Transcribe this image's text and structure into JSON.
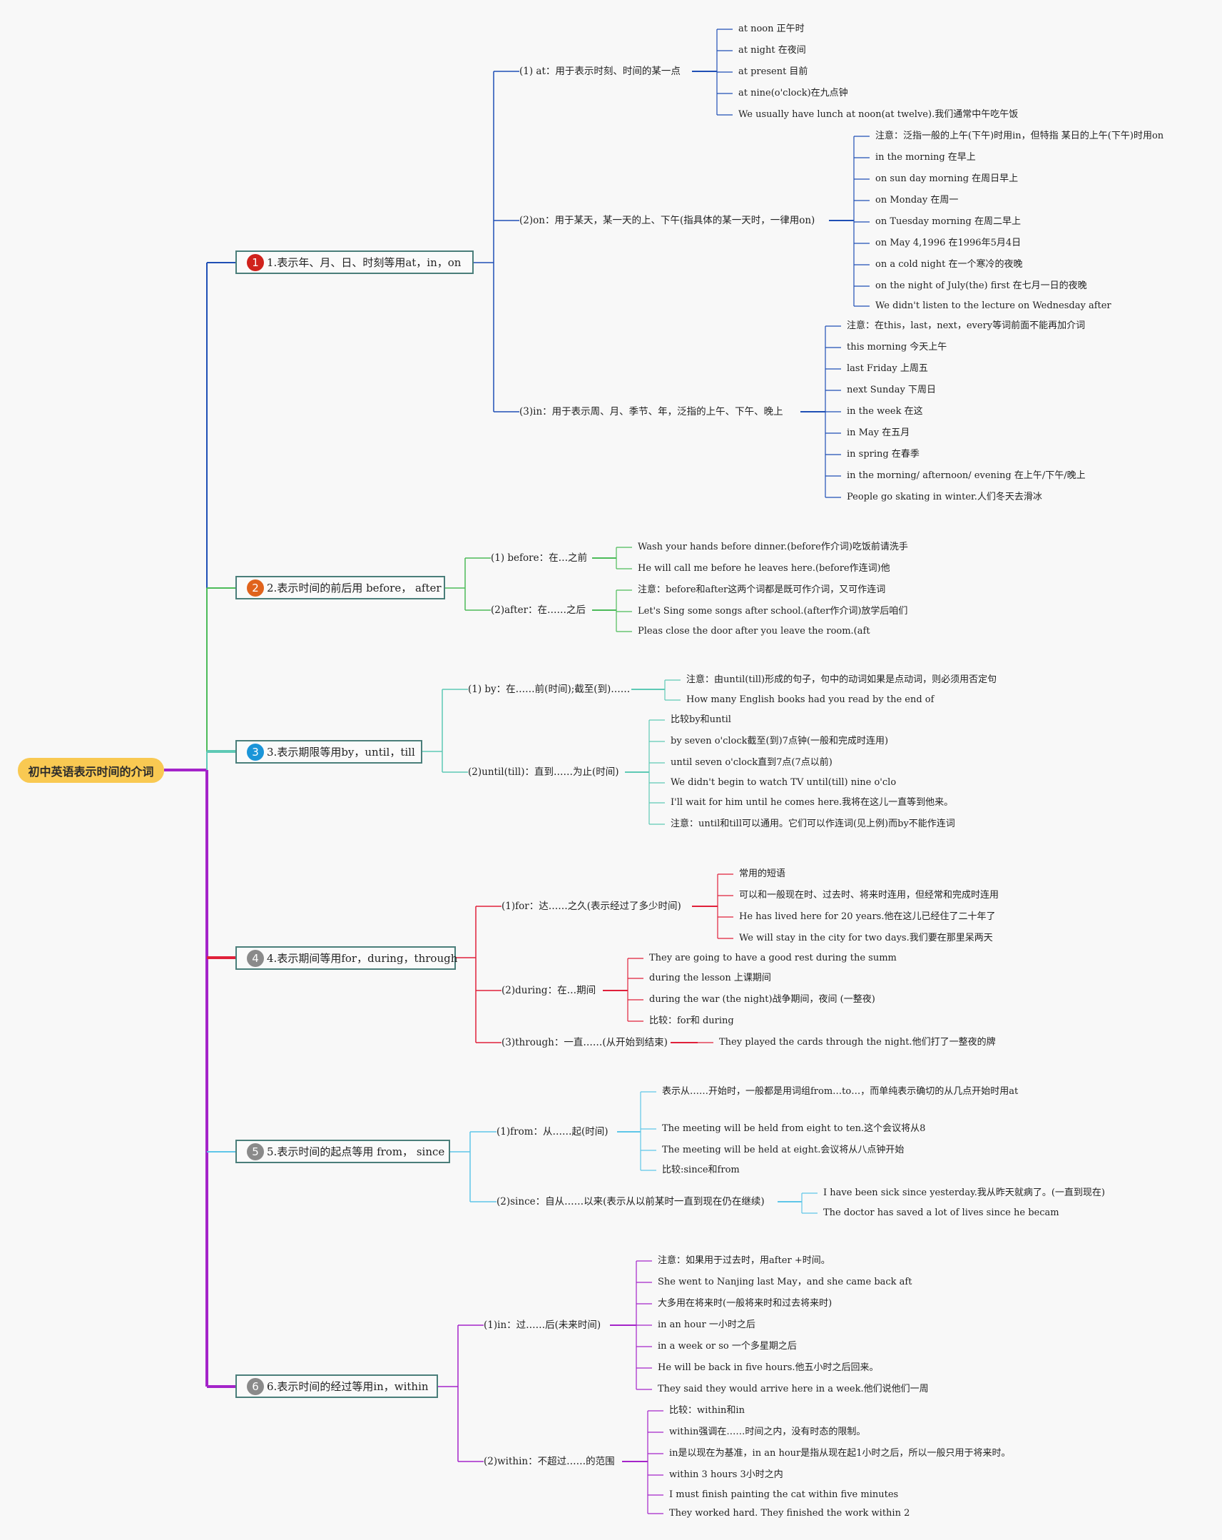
{
  "root": {
    "label": "初中英语表示时间的介词"
  },
  "colors": {
    "t1": "#1f4fb5",
    "t2": "#4cbb59",
    "t3": "#5ec9b5",
    "t4": "#e0203a",
    "t5": "#5ec6e8",
    "t6": "#a424c9",
    "trunk": "#a424c9",
    "b1": "#d0221c",
    "b2": "#e0631c",
    "b3": "#1b95d8",
    "b4": "#8a8a8a",
    "b5": "#8a8a8a",
    "b6": "#8a8a8a"
  },
  "topics": [
    {
      "num": "1",
      "label": "1.表示年、月、日、时刻等用at，in，on",
      "subs": [
        {
          "label": "(1) at：用于表示时刻、时间的某一点",
          "leaves": [
            "at noon 正午时",
            "at night 在夜间",
            "at present 目前",
            "at nine(o'clock)在九点钟",
            "We usually have lunch at noon(at twelve).我们通常中午吃午饭"
          ]
        },
        {
          "label": "(2)on：用于某天，某一天的上、下午(指具体的某一天时，一律用on)",
          "leaves": [
            "注意：泛指一般的上午(下午)时用in，但特指 某日的上午(下午)时用on",
            "in the morning 在早上",
            "on sun day morning 在周日早上",
            "on Monday 在周一",
            "on Tuesday morning 在周二早上",
            "on May 4,1996 在1996年5月4日",
            "on a cold night 在一个寒冷的夜晚",
            "on the night of July(the) first 在七月一日的夜晚",
            "We didn't listen to the lecture on Wednesday after"
          ]
        },
        {
          "label": "(3)in：用于表示周、月、季节、年，泛指的上午、下午、晚上",
          "leaves": [
            "注意：在this，last，next，every等词前面不能再加介词",
            "this morning 今天上午",
            "last Friday 上周五",
            "next Sunday 下周日",
            "in the week 在这",
            "in May 在五月",
            "in spring 在春季",
            "in the morning/ afternoon/ evening 在上午/下午/晚上",
            "People go skating in winter.人们冬天去滑冰"
          ]
        }
      ]
    },
    {
      "num": "2",
      "label": "2.表示时间的前后用 before， after",
      "subs": [
        {
          "label": "(1) before：在…之前",
          "leaves": [
            "Wash your hands before dinner.(before作介词)吃饭前请洗手",
            "He will call me before he leaves here.(before作连词)他"
          ]
        },
        {
          "label": "(2)after：在……之后",
          "leaves": [
            "注意：before和after这两个词都是既可作介词，又可作连词",
            "Let's Sing some songs after school.(after作介词)放学后咱们",
            "Pleas close the door after you leave the room.(aft"
          ]
        }
      ]
    },
    {
      "num": "3",
      "label": "3.表示期限等用by，until，till",
      "subs": [
        {
          "label": "(1) by：在……前(时间);截至(到)……",
          "leaves": [
            "注意：由until(till)形成的句子，句中的动词如果是点动词，则必须用否定句",
            "How many English books had you read by the end of"
          ]
        },
        {
          "label": "(2)until(till)：直到……为止(时间)",
          "leaves": [
            "比较by和until",
            "by seven o'clock截至(到)7点钟(一般和完成时连用)",
            "until seven o'clock直到7点(7点以前)",
            "We didn't begin to watch TV until(till) nine o'clo",
            "I'll wait for him until he comes here.我将在这儿一直等到他来。",
            "注意：until和till可以通用。它们可以作连词(见上例)而by不能作连词"
          ]
        }
      ]
    },
    {
      "num": "4",
      "label": "4.表示期间等用for，during，through",
      "subs": [
        {
          "label": "(1)for：达……之久(表示经过了多少时间)",
          "leaves": [
            "常用的短语",
            "可以和一般现在时、过去时、将来时连用，但经常和完成时连用",
            "He has lived here for 20 years.他在这儿已经住了二十年了",
            "We will stay in the city for two days.我们要在那里呆两天"
          ]
        },
        {
          "label": "(2)during：在…期间",
          "leaves": [
            "They are going to have a good rest during the summ",
            "during the lesson 上课期间",
            "during the war (the night)战争期间，夜间 (一整夜)",
            "比较：for和 during"
          ]
        },
        {
          "label": "(3)through：一直……(从开始到结束)",
          "leaves": [
            "They played the cards through the night.他们打了一整夜的牌"
          ]
        }
      ]
    },
    {
      "num": "5",
      "label": "5.表示时间的起点等用 from， since",
      "subs": [
        {
          "label": "(1)from：从……起(时间)",
          "leaves": [
            "表示从……开始时，一般都是用词组from…to…，而单纯表示确切的从几点开始时用at",
            "The meeting will be held from eight to ten.这个会议将从8",
            "The meeting will be held at eight.会议将从八点钟开始",
            "比较:since和from"
          ]
        },
        {
          "label": "(2)since：自从……以来(表示从以前某时一直到现在仍在继续)",
          "leaves": [
            "I have been sick since yesterday.我从昨天就病了。(一直到现在)",
            "The doctor has saved a lot of lives since he becam"
          ]
        }
      ]
    },
    {
      "num": "6",
      "label": "6.表示时间的经过等用in，within",
      "subs": [
        {
          "label": "(1)in：过……后(未来时间)",
          "leaves": [
            "注意：如果用于过去时，用after +时间。",
            "She went to Nanjing last May，and she came back aft",
            "大多用在将来时(一般将来时和过去将来时)",
            "in an hour 一小时之后",
            "in a week or so 一个多星期之后",
            "He will be back in five hours.他五小时之后回来。",
            "They said they would arrive here in a week.他们说他们一周"
          ]
        },
        {
          "label": "(2)within：不超过……的范围",
          "leaves": [
            "比较：within和in",
            "within强调在……时间之内，没有时态的限制。",
            "in是以现在为基准，in an hour是指从现在起1小时之后，所以一般只用于将来时。",
            "within 3 hours 3小时之内",
            "I must finish painting the cat within five minutes",
            "They worked hard. They finished the work within 2"
          ]
        }
      ]
    }
  ]
}
